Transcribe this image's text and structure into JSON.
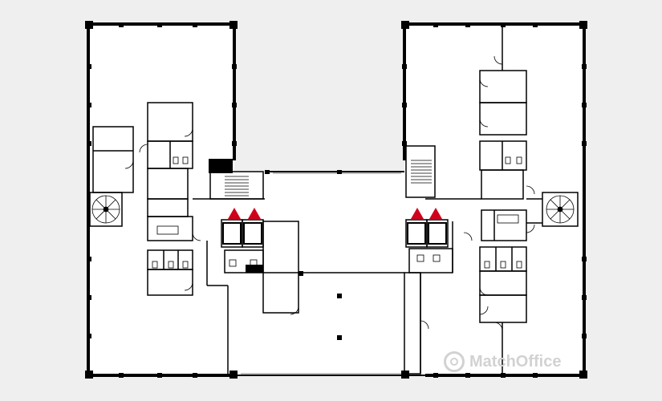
{
  "floorplan": {
    "background_color": "#efefef",
    "wall_color": "#000000",
    "floor_color": "#ffffff",
    "elevator_marker_color": "#d0021b",
    "elevator_markers": 4,
    "spiral_staircases": 2
  },
  "watermark": {
    "text": "MatchOffice",
    "color": "#d2d2d2",
    "icon": "matchoffice-logo-icon"
  }
}
